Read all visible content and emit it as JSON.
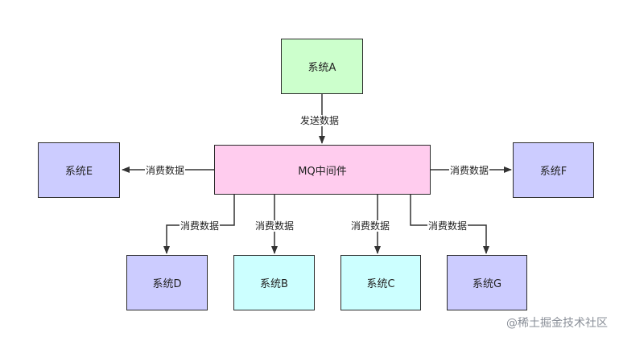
{
  "colors": {
    "system_a": "#ccffcc",
    "mq": "#ffccee",
    "purple_system": "#ccccff",
    "cyan_system": "#ccffff",
    "line": "#333333"
  },
  "nodes": {
    "system_a": "系统A",
    "mq": "MQ中间件",
    "system_e": "系统E",
    "system_f": "系统F",
    "system_d": "系统D",
    "system_b": "系统B",
    "system_c": "系统C",
    "system_g": "系统G"
  },
  "edges": {
    "a_to_mq": "发送数据",
    "mq_to_e": "消费数据",
    "mq_to_f": "消费数据",
    "mq_to_d": "消费数据",
    "mq_to_b": "消费数据",
    "mq_to_c": "消费数据",
    "mq_to_g": "消费数据"
  },
  "watermark": "@稀土掘金技术社区"
}
